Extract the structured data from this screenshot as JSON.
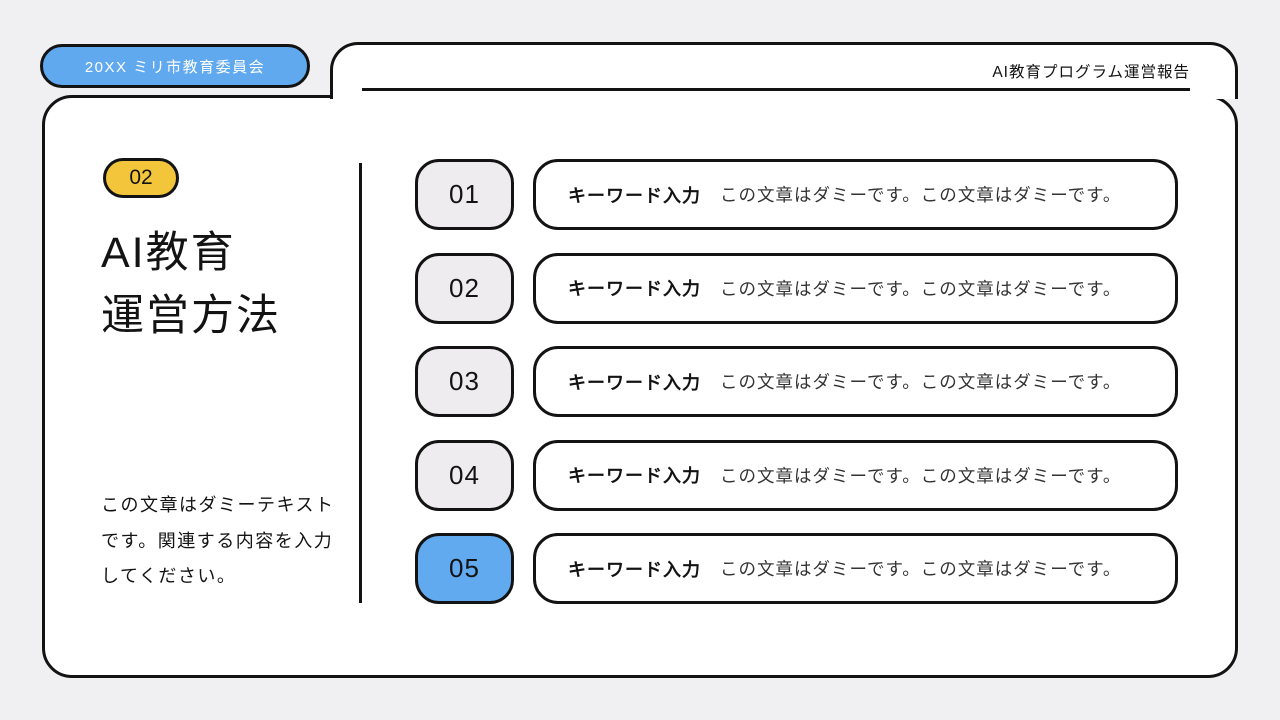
{
  "colors": {
    "page_background": "#f0eff1",
    "outline": "#131313",
    "accent_blue": "#61a9ef",
    "accent_yellow": "#f3c53a",
    "number_box_gray": "#eeecee",
    "badge_text": "#ffffff"
  },
  "header": {
    "badge_label": "20XX ミリ市教育委員会",
    "report_title": "AI教育プログラム運営報告"
  },
  "sidebar": {
    "section_badge": "02",
    "title_lines": [
      "AI教育",
      "運営方法"
    ],
    "description_lines": [
      "この文章はダミーテキスト",
      "です。関連する内容を入力",
      "してください。"
    ]
  },
  "list": {
    "items": [
      {
        "number": "01",
        "label": "キーワード入力",
        "text": "この文章はダミーです。この文章はダミーです。",
        "highlighted": false
      },
      {
        "number": "02",
        "label": "キーワード入力",
        "text": "この文章はダミーです。この文章はダミーです。",
        "highlighted": false
      },
      {
        "number": "03",
        "label": "キーワード入力",
        "text": "この文章はダミーです。この文章はダミーです。",
        "highlighted": false
      },
      {
        "number": "04",
        "label": "キーワード入力",
        "text": "この文章はダミーです。この文章はダミーです。",
        "highlighted": false
      },
      {
        "number": "05",
        "label": "キーワード入力",
        "text": "この文章はダミーです。この文章はダミーです。",
        "highlighted": true
      }
    ]
  }
}
